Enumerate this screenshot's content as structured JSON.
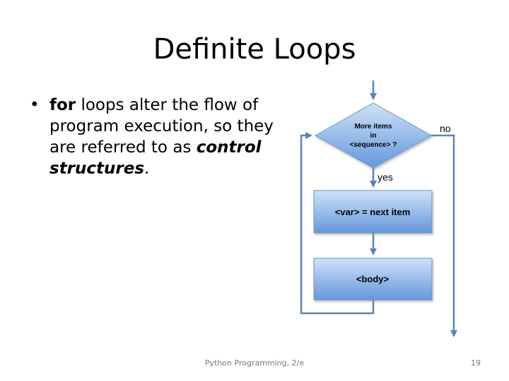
{
  "slide": {
    "title": "Definite Loops",
    "bullet": {
      "marker": "•",
      "keyword": "for",
      "text_1": " loops alter the flow of program execution, so they are referred to as ",
      "emphasis": "control structures",
      "text_2": "."
    }
  },
  "flowchart": {
    "decision_line1": "More items",
    "decision_line2": "in",
    "decision_line3": "<sequence> ?",
    "no_label": "no",
    "yes_label": "yes",
    "assign_box": "<var> = next item",
    "body_box": "<body>",
    "colors": {
      "line": "#5b85b5",
      "shape_top": "#c6dcf6",
      "shape_bottom": "#6a9de0",
      "shape_border": "#6e93c4"
    }
  },
  "footer": {
    "text": "Python Programming, 2/e",
    "page": "19"
  }
}
